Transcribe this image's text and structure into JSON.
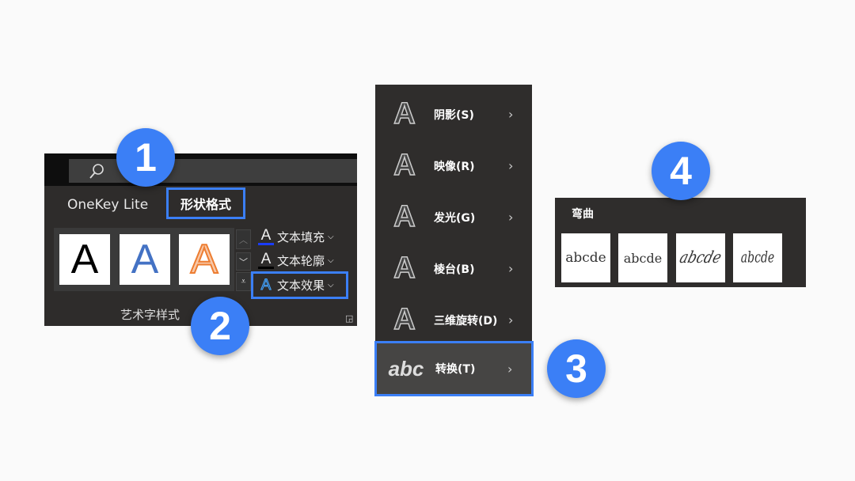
{
  "ribbon": {
    "tabs": [
      "OneKey Lite",
      "形状格式"
    ],
    "wordart_tiles": [
      {
        "letter": "A",
        "color": "#000000"
      },
      {
        "letter": "A",
        "color": "#4472c4"
      },
      {
        "letter": "A",
        "color": "#ed7d31"
      }
    ],
    "buttons": {
      "text_fill": "文本填充",
      "text_outline": "文本轮廓",
      "text_effects": "文本效果"
    },
    "group_label": "艺术字样式",
    "icon_letter": "A"
  },
  "effects_menu": {
    "items": [
      {
        "label": "阴影(S)",
        "icon": "A"
      },
      {
        "label": "映像(R)",
        "icon": "A"
      },
      {
        "label": "发光(G)",
        "icon": "A"
      },
      {
        "label": "棱台(B)",
        "icon": "A"
      },
      {
        "label": "三维旋转(D)",
        "icon": "A"
      },
      {
        "label": "转换(T)",
        "icon": "abc"
      }
    ]
  },
  "warp_panel": {
    "title": "弯曲",
    "samples": [
      "abcde",
      "abcde",
      "abcde",
      "abcde"
    ]
  },
  "badges": [
    "1",
    "2",
    "3",
    "4"
  ],
  "colors": {
    "accent": "#3b7ff6",
    "panel": "#2f2d2c"
  }
}
